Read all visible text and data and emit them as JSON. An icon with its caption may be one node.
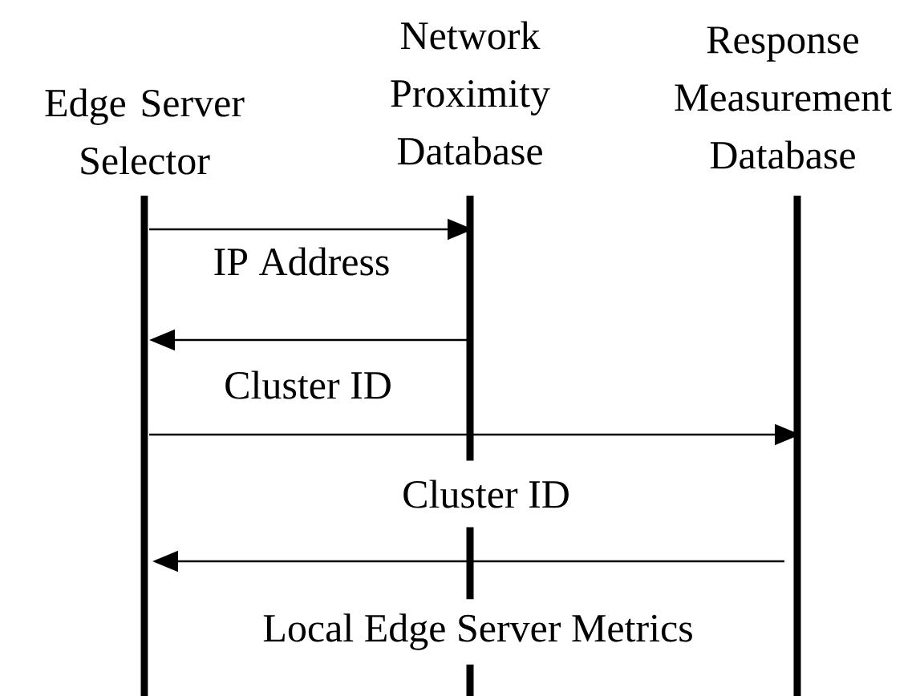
{
  "diagram": {
    "nodes": [
      {
        "text": [
          "Edge Server Selector"
        ]
      },
      {
        "text": [
          "Network Proximity Database"
        ]
      },
      {
        "text": [
          "Response Measurement Database"
        ]
      }
    ],
    "edges": [
      {
        "from": 0,
        "to": 1,
        "arrow": "to",
        "label": "IP Address"
      },
      {
        "from": 1,
        "to": 0,
        "arrow": "to",
        "label": "Cluster ID"
      },
      {
        "from": 0,
        "to": 2,
        "arrow": "to",
        "label": "Cluster ID"
      },
      {
        "from": 2,
        "to": 0,
        "arrow": "to",
        "label": "Local Edge Server Metrics"
      }
    ]
  }
}
